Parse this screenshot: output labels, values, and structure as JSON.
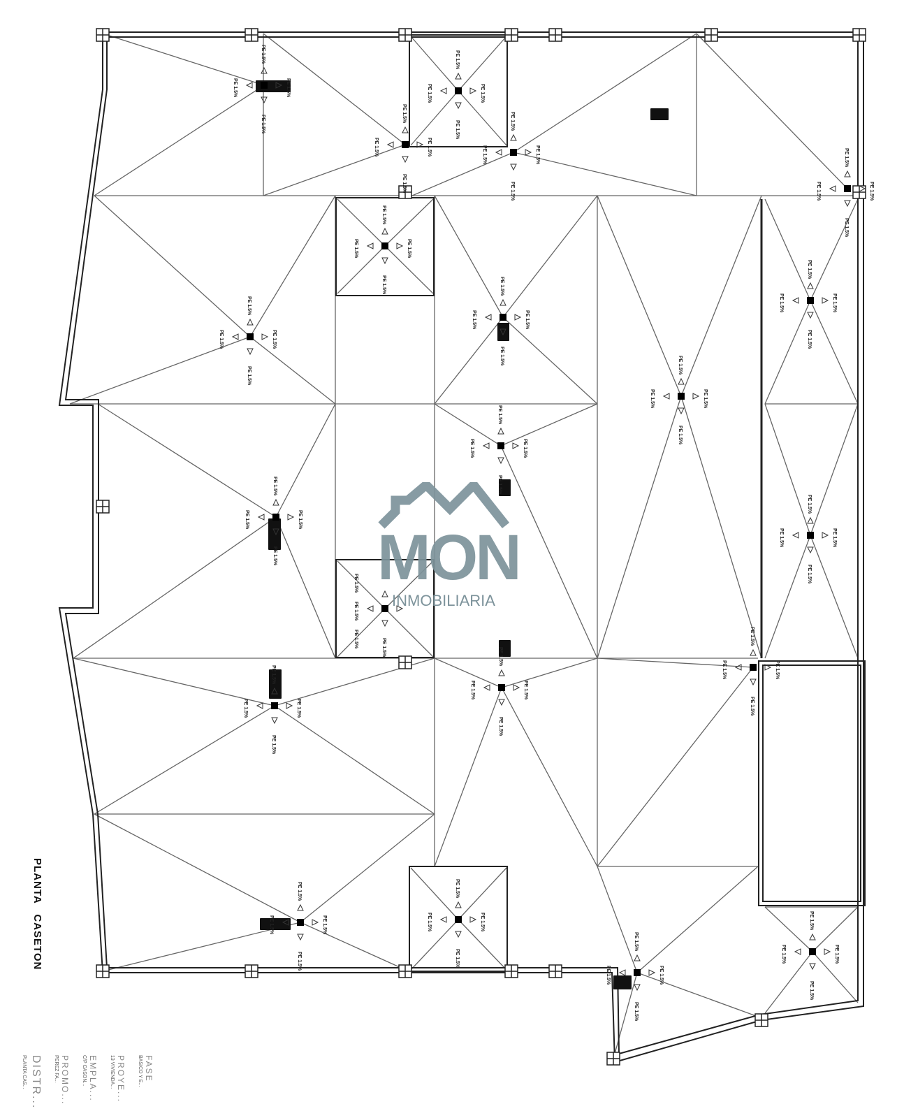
{
  "drawing": {
    "title": "PLANTA CASETON",
    "slope_label": "PE 1.5%",
    "line_color": "#555555",
    "wall_color": "#222222"
  },
  "title_block": {
    "lines": [
      {
        "heading": "FASE",
        "value": "BASICO Y E..."
      },
      {
        "heading": "PROYE...",
        "value": "13 VIVIENDA..."
      },
      {
        "heading": "EMPLA...",
        "value": "C/P CASON..."
      },
      {
        "heading": "PROMO...",
        "value": "PEREZ FA..."
      },
      {
        "heading": "DISTR...",
        "value": "PLANTA CAS..."
      }
    ]
  },
  "watermark": {
    "brand": "MON",
    "subtitle": "INMOBILIARIA",
    "color": "#7d939b"
  }
}
